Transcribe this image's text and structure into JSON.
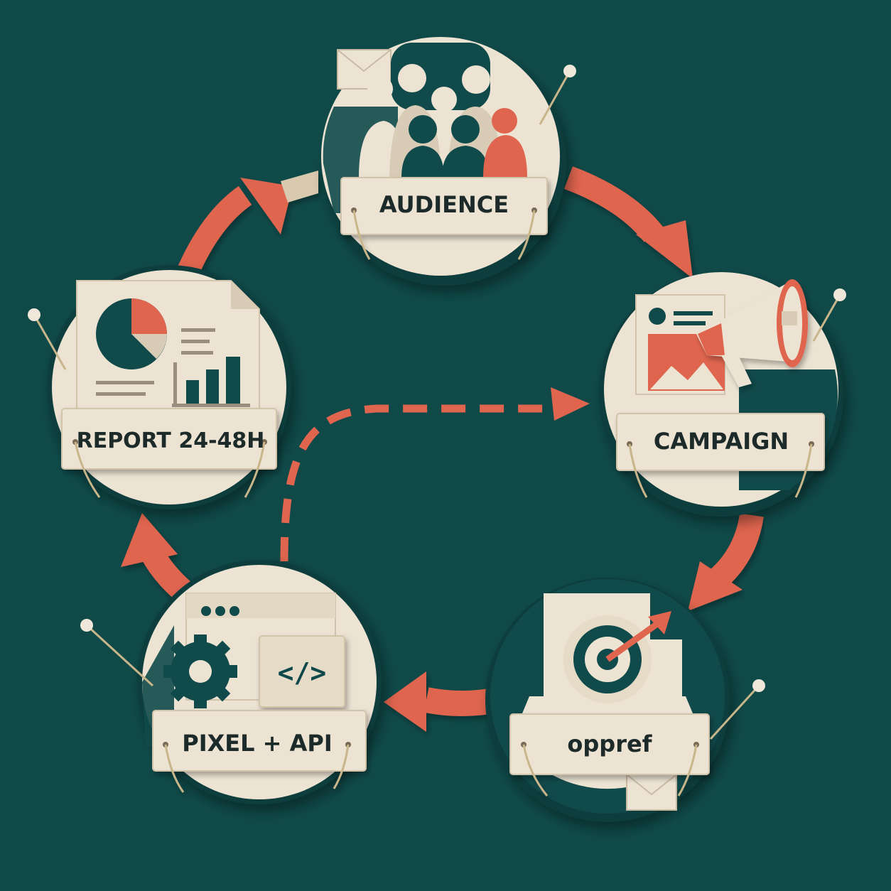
{
  "colors": {
    "background": "#0f4a49",
    "disc_dark": "#114a4b",
    "paper": "#ece3d3",
    "paper_shadow": "#d8ccb7",
    "accent": "#e0654f",
    "text": "#1f2b2a",
    "pin": "#efe8da",
    "wire": "#c8b58a"
  },
  "nodes": [
    {
      "id": "audience",
      "label": "AUDIENCE",
      "icon": "people-group-icon"
    },
    {
      "id": "campaign",
      "label": "CAMPAIGN",
      "icon": "megaphone-icon"
    },
    {
      "id": "oppref",
      "label": "oppref",
      "icon": "target-icon"
    },
    {
      "id": "pixel-api",
      "label": "PIXEL + API",
      "icon": "code-window-icon"
    },
    {
      "id": "report",
      "label": "REPORT 24-48H",
      "icon": "report-chart-icon"
    }
  ],
  "flow": {
    "cycle": [
      "audience",
      "campaign",
      "oppref",
      "pixel-api",
      "report",
      "audience"
    ],
    "dashed_link": {
      "from": "pixel-api",
      "to": "campaign"
    }
  }
}
